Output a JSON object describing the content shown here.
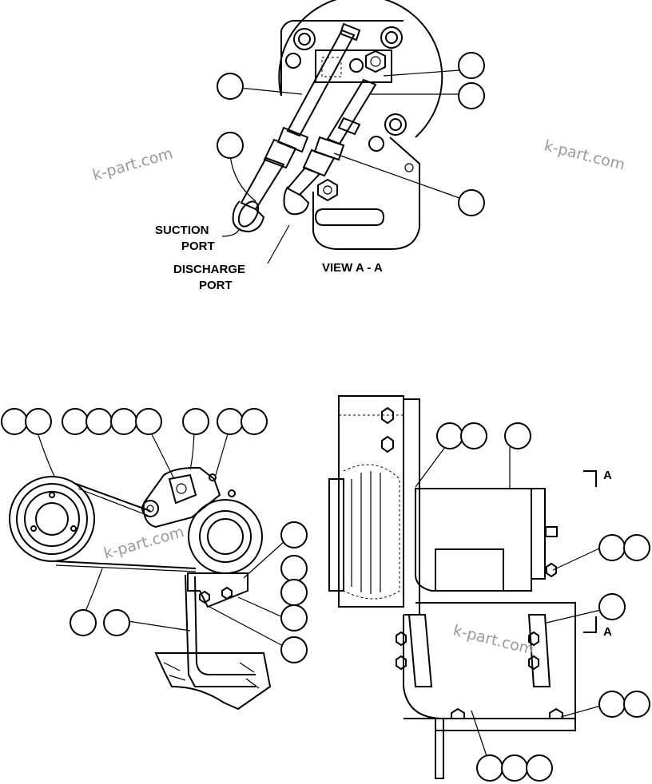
{
  "labels": {
    "suction_port_1": "SUCTION",
    "suction_port_2": "PORT",
    "discharge_port_1": "DISCHARGE",
    "discharge_port_2": "PORT",
    "view_title": "VIEW A - A",
    "section_mark_top": "A",
    "section_mark_bottom": "A"
  },
  "watermarks": [
    "k-part.com",
    "k-part.com",
    "k-part.com",
    "k-part.com"
  ],
  "callout_bubble_count": 32
}
